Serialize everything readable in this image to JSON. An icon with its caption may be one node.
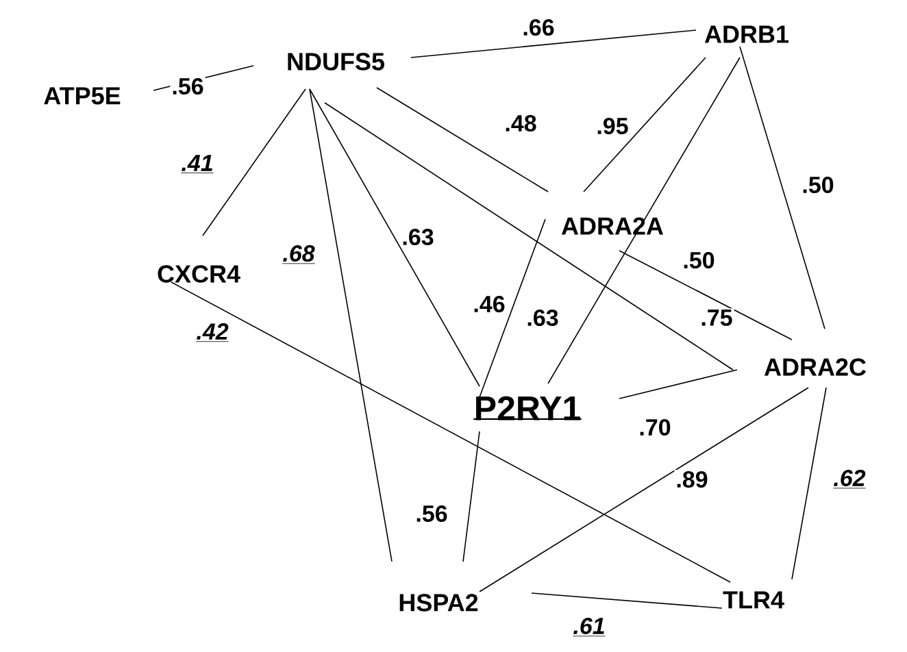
{
  "diagram": {
    "nodes": [
      {
        "text": [
          "ATP5E"
        ]
      },
      {
        "text": [
          "NDUFS5"
        ]
      },
      {
        "text": [
          "ADRB1"
        ]
      },
      {
        "text": [
          "ADRA2A"
        ]
      },
      {
        "text": [
          "CXCR4"
        ]
      },
      {
        "text": [
          "P2RY1"
        ]
      },
      {
        "text": [
          "ADRA2C"
        ]
      },
      {
        "text": [
          "HSPA2"
        ]
      },
      {
        "text": [
          "TLR4"
        ]
      }
    ],
    "edges": [
      {
        "from": 0,
        "to": 1,
        "arrow": "none",
        "label": ".56"
      },
      {
        "from": 1,
        "to": 2,
        "arrow": "none",
        "label": ".66"
      },
      {
        "from": 1,
        "to": 3,
        "arrow": "none",
        "label": ".48"
      },
      {
        "from": 1,
        "to": 4,
        "arrow": "none",
        "label": "*.41*"
      },
      {
        "from": 1,
        "to": 7,
        "arrow": "none",
        "label": "*.68*"
      },
      {
        "from": 1,
        "to": 5,
        "arrow": "none",
        "label": ".63"
      },
      {
        "from": 1,
        "to": 6,
        "arrow": "none",
        "label": ".75"
      },
      {
        "from": 2,
        "to": 3,
        "arrow": "none",
        "label": ".95"
      },
      {
        "from": 2,
        "to": 5,
        "arrow": "none",
        "label": ".63"
      },
      {
        "from": 2,
        "to": 6,
        "arrow": "none",
        "label": ".50"
      },
      {
        "from": 3,
        "to": 5,
        "arrow": "none",
        "label": ".46"
      },
      {
        "from": 3,
        "to": 6,
        "arrow": "none",
        "label": ".50"
      },
      {
        "from": 5,
        "to": 6,
        "arrow": "none",
        "label": ".70"
      },
      {
        "from": 5,
        "to": 7,
        "arrow": "none",
        "label": ".56"
      },
      {
        "from": 4,
        "to": 8,
        "arrow": "none",
        "label": "*.42*"
      },
      {
        "from": 7,
        "to": 6,
        "arrow": "none",
        "label": ".89"
      },
      {
        "from": 6,
        "to": 8,
        "arrow": "none",
        "label": "*.62*"
      },
      {
        "from": 7,
        "to": 8,
        "arrow": "none",
        "label": "*.61*"
      }
    ]
  }
}
